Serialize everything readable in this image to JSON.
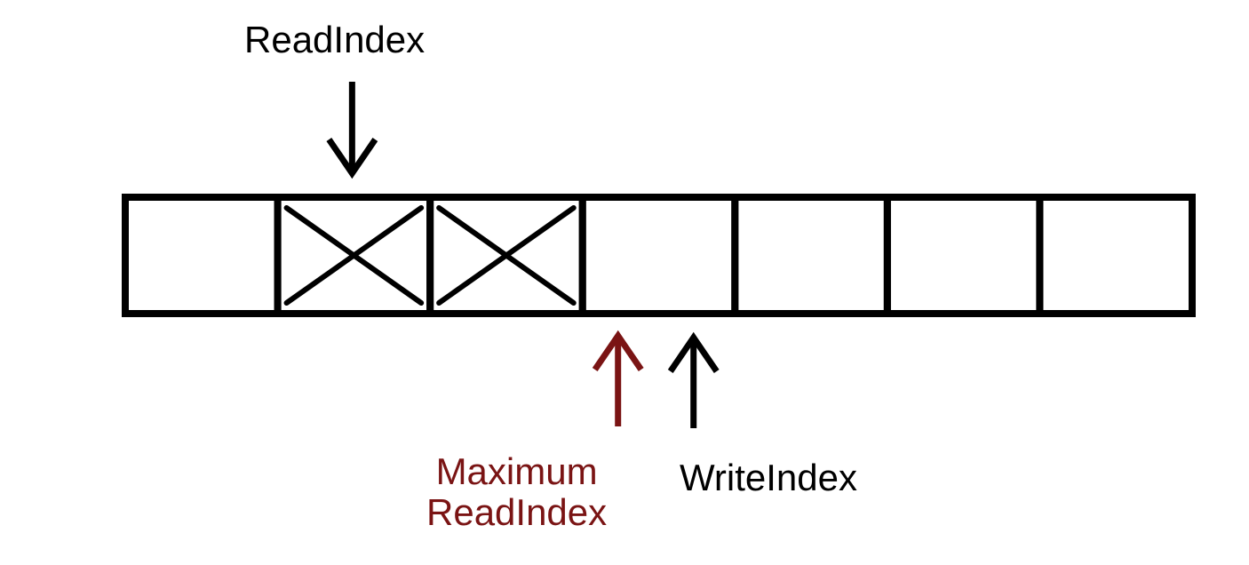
{
  "labels": {
    "read_index": "ReadIndex",
    "max_read_line1": "Maximum",
    "max_read_line2": "ReadIndex",
    "write_index": "WriteIndex"
  },
  "buffer": {
    "slot_count": 7,
    "marked_slots": [
      1,
      2
    ]
  },
  "pointers": {
    "read_index_slot": 1,
    "max_read_index_boundary": 3,
    "write_index_slot": 3
  },
  "colors": {
    "background": "#ffffff",
    "ink": "#000000",
    "max_read_accent": "#7a1414"
  }
}
